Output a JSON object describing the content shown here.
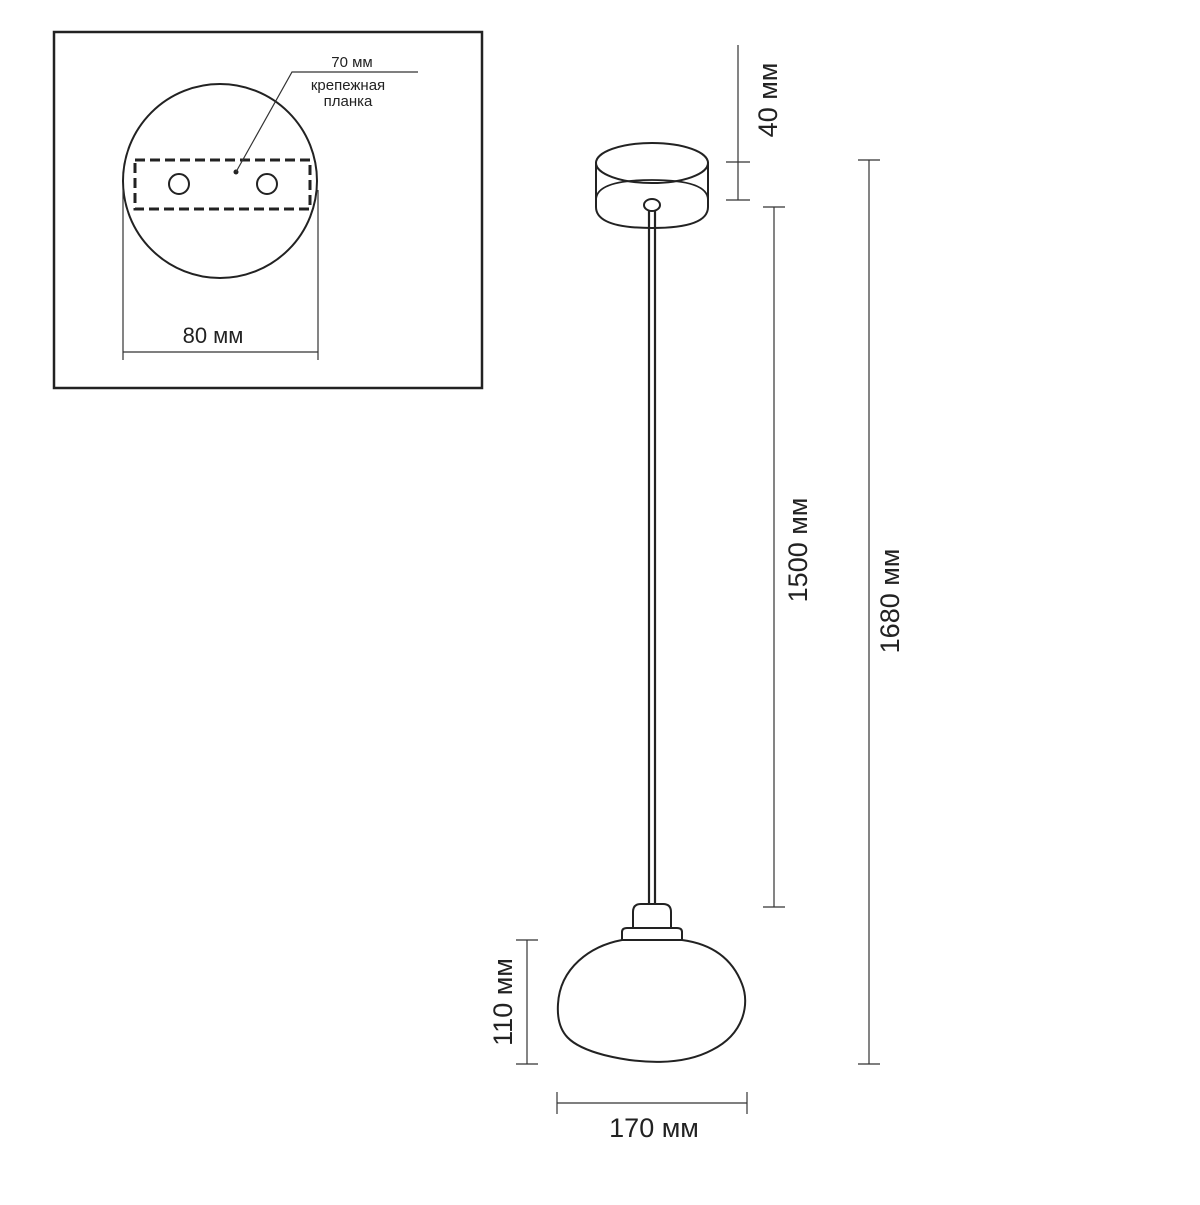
{
  "inset": {
    "width_label": "80 мм",
    "plate_length_label": "70 мм",
    "plate_label_line1": "крепежная",
    "plate_label_line2": "планка"
  },
  "dimensions": {
    "canopy_height": "40 мм",
    "cable_length": "1500 мм",
    "total_height": "1680 мм",
    "shade_height": "110 мм",
    "shade_width": "170 мм"
  },
  "colors": {
    "line": "#222222",
    "background": "#ffffff"
  }
}
